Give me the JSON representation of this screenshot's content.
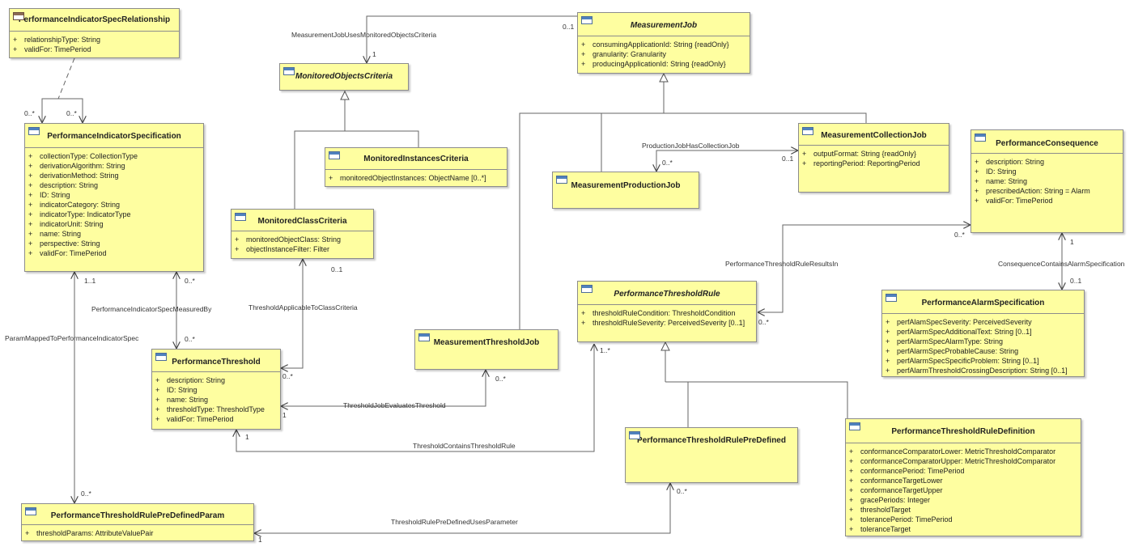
{
  "diagram": {
    "classes": [
      {
        "id": "performance-indicator-spec-relationship",
        "name": "PerformanceIndicatorSpecRelationship",
        "abstract": false,
        "icon": "association-class-icon",
        "attributes": [
          {
            "vis": "+",
            "text": "relationshipType: String"
          },
          {
            "vis": "+",
            "text": "validFor: TimePeriod"
          }
        ]
      },
      {
        "id": "performance-indicator-specification",
        "name": "PerformanceIndicatorSpecification",
        "abstract": false,
        "icon": "class-icon",
        "attributes": [
          {
            "vis": "+",
            "text": "collectionType: CollectionType"
          },
          {
            "vis": "+",
            "text": "derivationAlgorithm: String"
          },
          {
            "vis": "+",
            "text": "derivationMethod: String"
          },
          {
            "vis": "+",
            "text": "description: String"
          },
          {
            "vis": "+",
            "text": "ID: String"
          },
          {
            "vis": "+",
            "text": "indicatorCategory: String"
          },
          {
            "vis": "+",
            "text": "indicatorType: IndicatorType"
          },
          {
            "vis": "+",
            "text": "indicatorUnit: String"
          },
          {
            "vis": "+",
            "text": "name: String"
          },
          {
            "vis": "+",
            "text": "perspective: String"
          },
          {
            "vis": "+",
            "text": "validFor: TimePeriod"
          }
        ]
      },
      {
        "id": "monitored-objects-criteria",
        "name": "MonitoredObjectsCriteria",
        "abstract": true,
        "icon": "class-icon",
        "attributes": []
      },
      {
        "id": "monitored-instances-criteria",
        "name": "MonitoredInstancesCriteria",
        "abstract": false,
        "icon": "class-icon",
        "attributes": [
          {
            "vis": "+",
            "text": "monitoredObjectInstances: ObjectName [0..*]"
          }
        ]
      },
      {
        "id": "monitored-class-criteria",
        "name": "MonitoredClassCriteria",
        "abstract": false,
        "icon": "class-icon",
        "attributes": [
          {
            "vis": "+",
            "text": "monitoredObjectClass: String"
          },
          {
            "vis": "+",
            "text": "objectInstanceFilter: Filter"
          }
        ]
      },
      {
        "id": "measurement-job",
        "name": "MeasurementJob",
        "abstract": true,
        "icon": "class-icon",
        "attributes": [
          {
            "vis": "+",
            "text": "consumingApplicationId: String {readOnly}"
          },
          {
            "vis": "+",
            "text": "granularity: Granularity"
          },
          {
            "vis": "+",
            "text": "producingApplicationId: String {readOnly}"
          }
        ]
      },
      {
        "id": "measurement-collection-job",
        "name": "MeasurementCollectionJob",
        "abstract": false,
        "icon": "class-icon",
        "attributes": [
          {
            "vis": "+",
            "text": "outputFormat: String {readOnly}"
          },
          {
            "vis": "+",
            "text": "reportingPeriod: ReportingPeriod"
          }
        ]
      },
      {
        "id": "measurement-production-job",
        "name": "MeasurementProductionJob",
        "abstract": false,
        "icon": "class-icon",
        "attributes": []
      },
      {
        "id": "performance-consequence",
        "name": "PerformanceConsequence",
        "abstract": false,
        "icon": "class-icon",
        "attributes": [
          {
            "vis": "+",
            "text": "description: String"
          },
          {
            "vis": "+",
            "text": "ID: String"
          },
          {
            "vis": "+",
            "text": "name: String"
          },
          {
            "vis": "+",
            "text": "prescribedAction: String = Alarm"
          },
          {
            "vis": "+",
            "text": "validFor: TimePeriod"
          }
        ]
      },
      {
        "id": "performance-threshold-rule",
        "name": "PerformanceThresholdRule",
        "abstract": true,
        "icon": "class-icon",
        "attributes": [
          {
            "vis": "+",
            "text": "thresholdRuleCondition: ThresholdCondition"
          },
          {
            "vis": "+",
            "text": "thresholdRuleSeverity: PerceivedSeverity [0..1]"
          }
        ]
      },
      {
        "id": "performance-alarm-specification",
        "name": "PerformanceAlarmSpecification",
        "abstract": false,
        "icon": "class-icon",
        "attributes": [
          {
            "vis": "+",
            "text": "perfAlamSpecSeverity: PerceivedSeverity"
          },
          {
            "vis": "+",
            "text": "perfAlarmSpecAdditionalText: String [0..1]"
          },
          {
            "vis": "+",
            "text": "perfAlarmSpecAlarmType: String"
          },
          {
            "vis": "+",
            "text": "perfAlarmSpecProbableCause: String"
          },
          {
            "vis": "+",
            "text": "perfAlarmSpecSpecificProblem: String [0..1]"
          },
          {
            "vis": "+",
            "text": "perfAlarmThresholdCrossingDescription: String [0..1]"
          }
        ]
      },
      {
        "id": "performance-threshold",
        "name": "PerformanceThreshold",
        "abstract": false,
        "icon": "class-icon",
        "attributes": [
          {
            "vis": "+",
            "text": "description: String"
          },
          {
            "vis": "+",
            "text": "ID: String"
          },
          {
            "vis": "+",
            "text": "name: String"
          },
          {
            "vis": "+",
            "text": "thresholdType: ThresholdType"
          },
          {
            "vis": "+",
            "text": "validFor: TimePeriod"
          }
        ]
      },
      {
        "id": "measurement-threshold-job",
        "name": "MeasurementThresholdJob",
        "abstract": false,
        "icon": "class-icon",
        "attributes": []
      },
      {
        "id": "performance-threshold-rule-pre-defined",
        "name": "PerformanceThresholdRulePreDefined",
        "abstract": false,
        "icon": "class-icon",
        "attributes": []
      },
      {
        "id": "performance-threshold-rule-definition",
        "name": "PerformanceThresholdRuleDefinition",
        "abstract": false,
        "icon": "class-icon",
        "attributes": [
          {
            "vis": "+",
            "text": "conformanceComparatorLower: MetricThresholdComparator"
          },
          {
            "vis": "+",
            "text": "conformanceComparatorUpper: MetricThresholdComparator"
          },
          {
            "vis": "+",
            "text": "conformancePeriod: TimePeriod"
          },
          {
            "vis": "+",
            "text": "conformanceTargetLower"
          },
          {
            "vis": "+",
            "text": "conformanceTargetUpper"
          },
          {
            "vis": "+",
            "text": "gracePeriods: Integer"
          },
          {
            "vis": "+",
            "text": "thresholdTarget"
          },
          {
            "vis": "+",
            "text": "tolerancePeriod: TimePeriod"
          },
          {
            "vis": "+",
            "text": "toleranceTarget"
          }
        ]
      },
      {
        "id": "performance-threshold-rule-pre-defined-param",
        "name": "PerformanceThresholdRulePreDefinedParam",
        "abstract": false,
        "icon": "class-icon",
        "attributes": [
          {
            "vis": "+",
            "text": "thresholdParams: AttributeValuePair"
          }
        ]
      }
    ],
    "association_names": {
      "measurement_job_uses_monitored_objects_criteria": "MeasurementJobUsesMonitoredObjectsCriteria",
      "production_job_has_collection_job": "ProductionJobHasCollectionJob",
      "performance_indicator_spec_measured_by": "PerformanceIndicatorSpecMeasuredBy",
      "threshold_applicable_to_class_criteria": "ThresholdApplicableToClassCriteria",
      "performance_threshold_rule_results_in": "PerformanceThresholdRuleResultsIn",
      "consequence_contains_alarm_specification": "ConsequenceContainsAlarmSpecification",
      "param_mapped_to_performance_indicator_spec": "ParamMappedToPerformanceIndicatorSpec",
      "threshold_job_evaluates_threshold": "ThresholdJobEvaluatesThreshold",
      "threshold_contains_threshold_rule": "ThresholdContainsThresholdRule",
      "threshold_rule_pre_defined_uses_parameter": "ThresholdRulePreDefinedUsesParameter"
    },
    "multiplicities": {
      "spec_rel_left": "0..*",
      "spec_rel_right": "0..*",
      "job_criteria_job": "0..1",
      "job_criteria_criteria": "1",
      "production_collection_production": "0..*",
      "production_collection_collection": "0..1",
      "indicator_param_indicator": "1..1",
      "measured_by_indicator": "0..*",
      "measured_by_threshold": "0..*",
      "class_criteria_criteria": "0..1",
      "class_criteria_threshold": "0..*",
      "results_in_consequence": "0..*",
      "results_in_rule": "0..*",
      "alarm_consequence": "1",
      "alarm_specification": "0..1",
      "threshold_job_job": "0..*",
      "threshold_job_threshold": "1",
      "contains_rule_rule": "1..*",
      "contains_rule_threshold": "1",
      "indicator_param_param": "0..*",
      "uses_parameter_predefined": "0..*",
      "uses_parameter_param": "1"
    }
  }
}
